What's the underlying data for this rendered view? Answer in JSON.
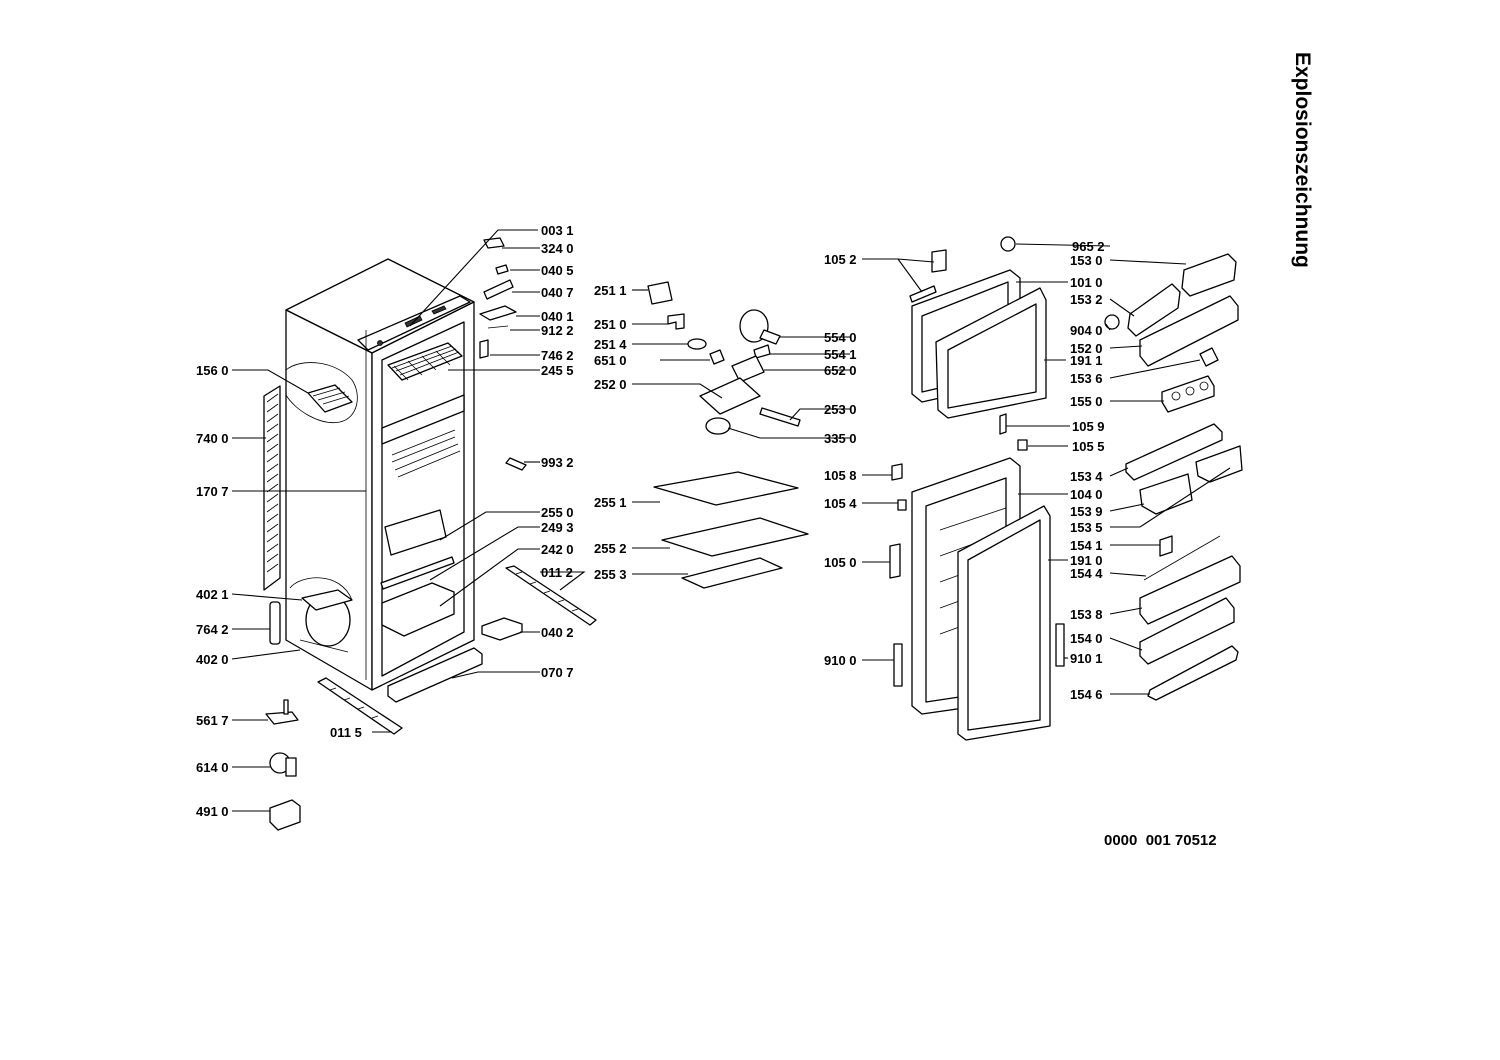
{
  "title": "Explosionszeichnung",
  "document_number": "0000  001 70512",
  "callouts": {
    "c0031": "003 1",
    "c3240": "324 0",
    "c0405": "040 5",
    "c0407": "040 7",
    "c0401": "040 1",
    "c9122": "912 2",
    "c7462": "746 2",
    "c2455": "245 5",
    "c1560": "156 0",
    "c7400": "740 0",
    "c1707": "170 7",
    "c9932": "993 2",
    "c2550": "255 0",
    "c2493": "249 3",
    "c2420": "242 0",
    "c0112": "011 2",
    "c4021": "402 1",
    "c7642": "764 2",
    "c4020": "402 0",
    "c0402": "040 2",
    "c0707": "070 7",
    "c5617": "561 7",
    "c0115": "011 5",
    "c6140": "614 0",
    "c4910": "491 0",
    "c2511": "251 1",
    "c2510": "251 0",
    "c2514": "251 4",
    "c6510": "651 0",
    "c2520": "252 0",
    "c5540": "554 0",
    "c5541": "554 1",
    "c6520": "652 0",
    "c2530": "253 0",
    "c3350": "335 0",
    "c2551": "255 1",
    "c2552": "255 2",
    "c2553": "255 3",
    "c1052": "105 2",
    "c1010": "101 0",
    "c1911": "191 1",
    "c1059": "105 9",
    "c1055": "105 5",
    "c1058": "105 8",
    "c1040": "104 0",
    "c1054": "105 4",
    "c1050": "105 0",
    "c1910": "191 0",
    "c9100": "910 0",
    "c9101": "910 1",
    "c9652": "965 2",
    "c1530": "153 0",
    "c1532": "153 2",
    "c9040": "904 0",
    "c1520": "152 0",
    "c1536": "153 6",
    "c1550": "155 0",
    "c1534": "153 4",
    "c1539": "153 9",
    "c1535": "153 5",
    "c1541": "154 1",
    "c1544": "154 4",
    "c1538": "153 8",
    "c1540": "154 0",
    "c1546": "154 6"
  }
}
